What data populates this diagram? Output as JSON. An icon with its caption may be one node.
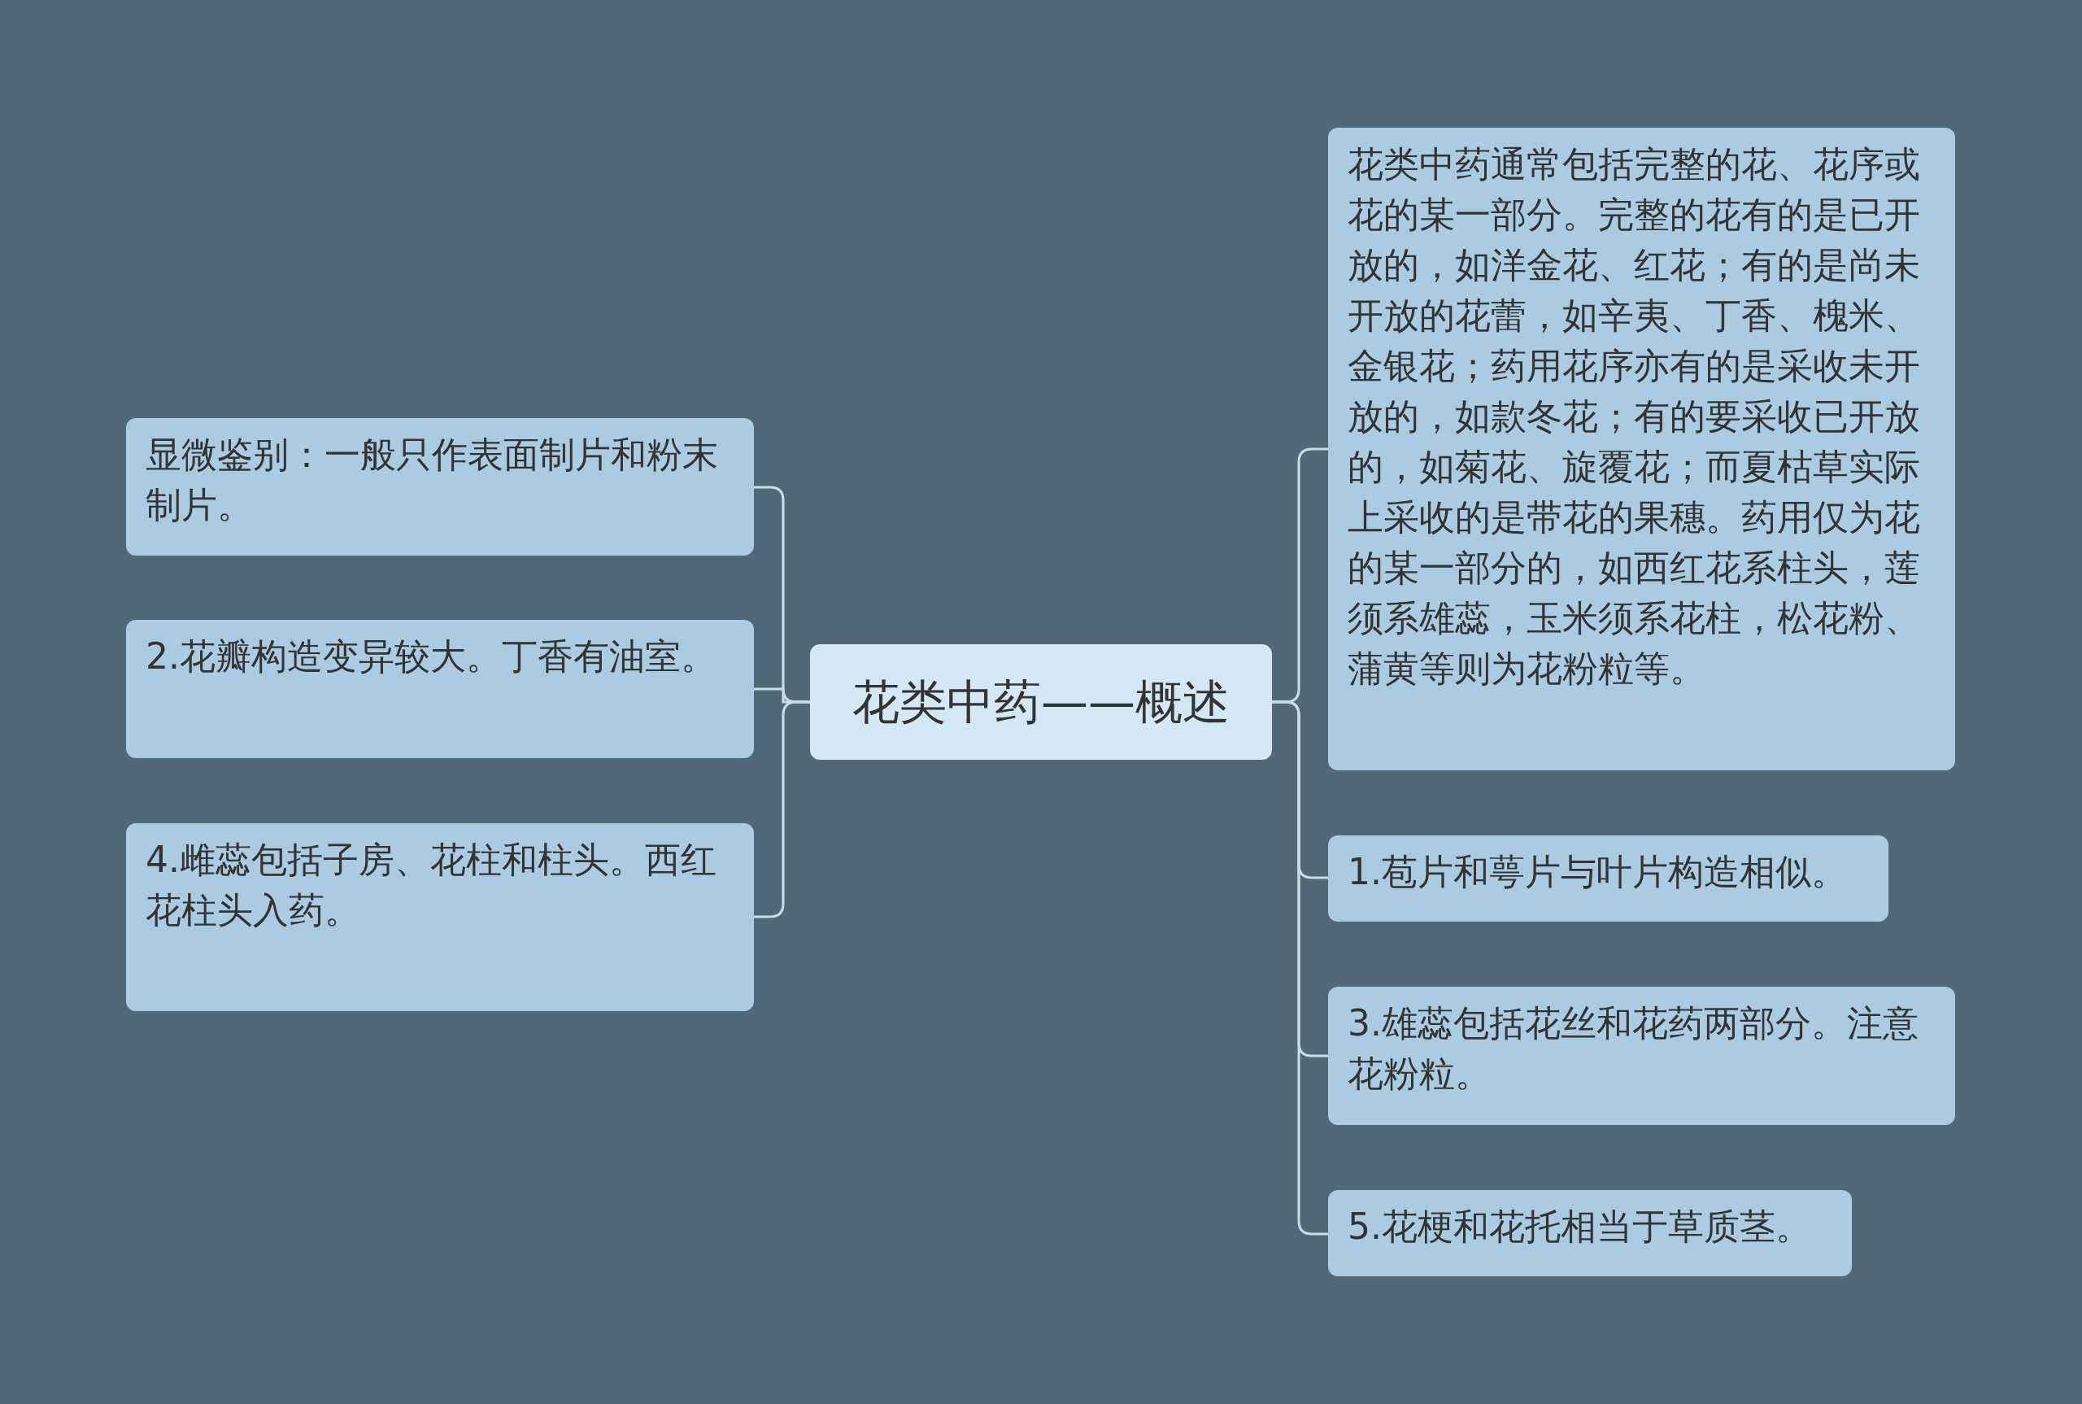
{
  "diagram": {
    "nodes": [
      {
        "text": [
          "花类中药——概述"
        ]
      },
      {
        "text": [
          "显微鉴别：一般只作表面制片和粉末制片。"
        ]
      },
      {
        "text": [
          "2.花瓣构造变异较大。丁香有油室。"
        ]
      },
      {
        "text": [
          "4.雌蕊包括子房、花柱和柱头。西红花柱头入药。"
        ]
      },
      {
        "text": [
          "花类中药通常包括完整的花、花序或花的某一部分。完整的花有的是已开放的，如洋金花、红花；有的是尚未开放的花蕾，如辛夷、丁香、槐米、金银花；药用花序亦有的是采收未开放的，如款冬花；有的要采收已开放的，如菊花、旋覆花；而夏枯草实际上采收的是带花的果穗。药用仅为花的某一部分的，如西红花系柱头，莲须系雄蕊，玉米须系花柱，松花粉、蒲黄等则为花粉粒等。"
        ]
      },
      {
        "text": [
          "1.苞片和萼片与叶片构造相似。"
        ]
      },
      {
        "text": [
          "3.雄蕊包括花丝和花药两部分。注意花粉粒。"
        ]
      },
      {
        "text": [
          "5.花梗和花托相当于草质茎。"
        ]
      }
    ],
    "edges": [
      {
        "from": 0,
        "to": 1,
        "arrow": "none"
      },
      {
        "from": 0,
        "to": 2,
        "arrow": "none"
      },
      {
        "from": 0,
        "to": 3,
        "arrow": "none"
      },
      {
        "from": 0,
        "to": 4,
        "arrow": "none"
      },
      {
        "from": 0,
        "to": 5,
        "arrow": "none"
      },
      {
        "from": 0,
        "to": 6,
        "arrow": "none"
      },
      {
        "from": 0,
        "to": 7,
        "arrow": "none"
      }
    ]
  }
}
